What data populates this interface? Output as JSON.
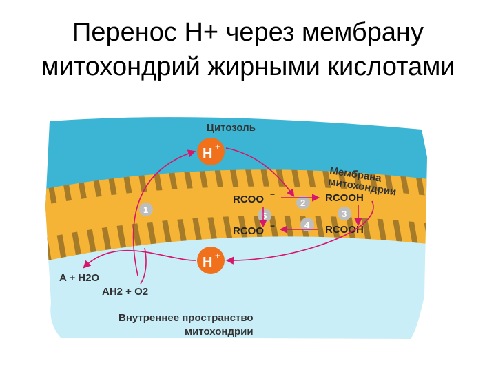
{
  "title": {
    "line1": "Перенос Н+ через мембрану",
    "line2": "митохондрий жирными кислотами"
  },
  "diagram": {
    "cytosol_label": "Цитозоль",
    "membrane_label_line1": "Мембрана",
    "membrane_label_line2": "митохондрии",
    "inner_space_line1": "Внутреннее   пространство",
    "inner_space_line2": "митохондрии",
    "h_ion_top": "H",
    "h_ion_bottom": "H",
    "h_ion_charge": "+",
    "rcoo_top": "RCOO",
    "rcooh_top": "RCOOH",
    "rcoo_bottom": "RCOO",
    "rcooh_bottom": "RCOOH",
    "minus_sign": "−",
    "eq_line1": "A + H2O",
    "eq_line2": "AH2 + O2",
    "step1": "1",
    "step2": "2",
    "step3": "3",
    "step4": "4",
    "step5": "5"
  },
  "colors": {
    "cytosol": "#3cb4d4",
    "membrane": "#f5b436",
    "membrane_stripe": "#a57b2a",
    "inner_space": "#c9eef8",
    "h_ion": "#f0701c",
    "arrow": "#d6166a",
    "step_circle": "#bdbdbd"
  }
}
